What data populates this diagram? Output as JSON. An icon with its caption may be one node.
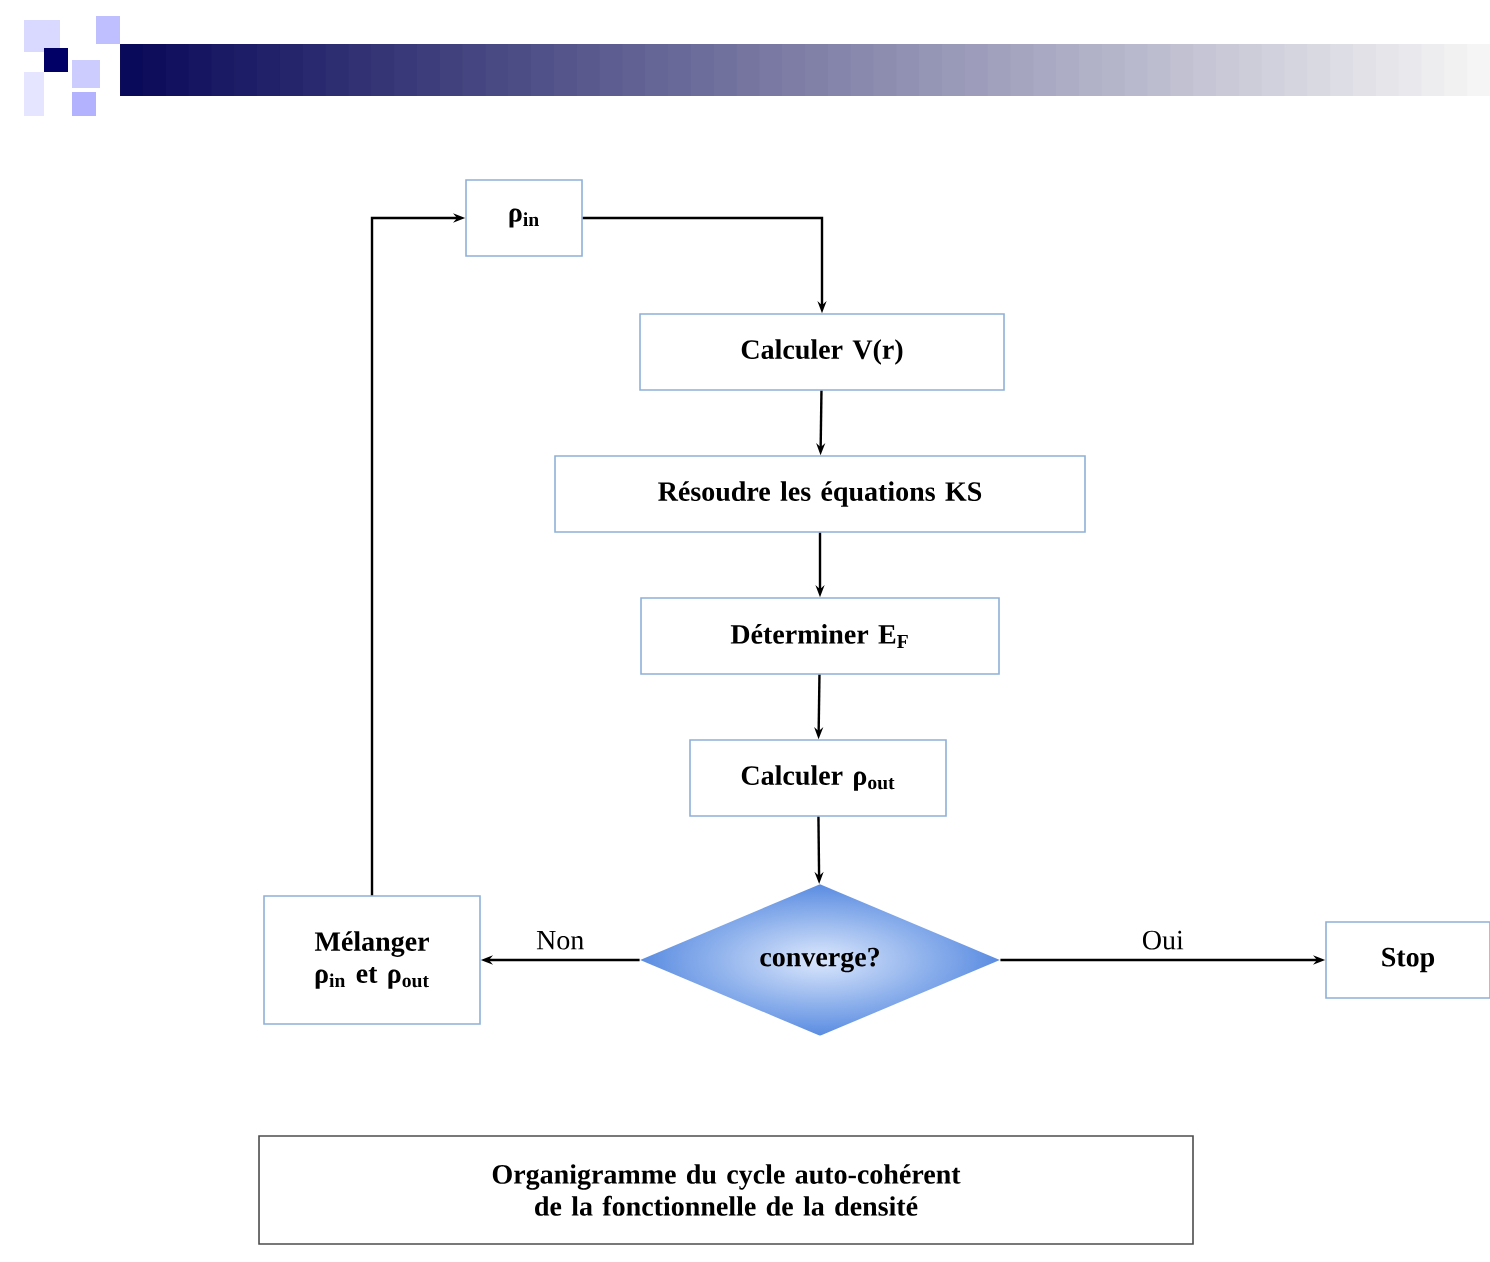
{
  "diagram": {
    "caption": "Organigramme du cycle auto-cohérent de la fonctionnelle de la densité",
    "nodes": [
      {
        "text": [
          "ρ$_{in}$"
        ]
      },
      {
        "text": [
          "Calculer V(r)"
        ]
      },
      {
        "text": [
          "Résoudre les équations KS"
        ]
      },
      {
        "text": [
          "Déterminer E$_{F}$"
        ]
      },
      {
        "text": [
          "Calculer ρ$_{out}$"
        ]
      },
      {
        "text": [
          "converge?"
        ]
      },
      {
        "text": [
          "Mélanger ρ$_{in}$ et ρ$_{out}$"
        ]
      },
      {
        "text": [
          "Stop"
        ]
      }
    ],
    "edges": [
      {
        "from": 0,
        "to": 1,
        "arrow": "to"
      },
      {
        "from": 1,
        "to": 2,
        "arrow": "to"
      },
      {
        "from": 2,
        "to": 3,
        "arrow": "to"
      },
      {
        "from": 3,
        "to": 4,
        "arrow": "to"
      },
      {
        "from": 4,
        "to": 5,
        "arrow": "to"
      },
      {
        "from": 5,
        "to": 6,
        "label": "Non",
        "arrow": "to"
      },
      {
        "from": 5,
        "to": 7,
        "label": "Oui",
        "arrow": "to"
      },
      {
        "from": 6,
        "to": 0,
        "arrow": "to"
      }
    ]
  }
}
